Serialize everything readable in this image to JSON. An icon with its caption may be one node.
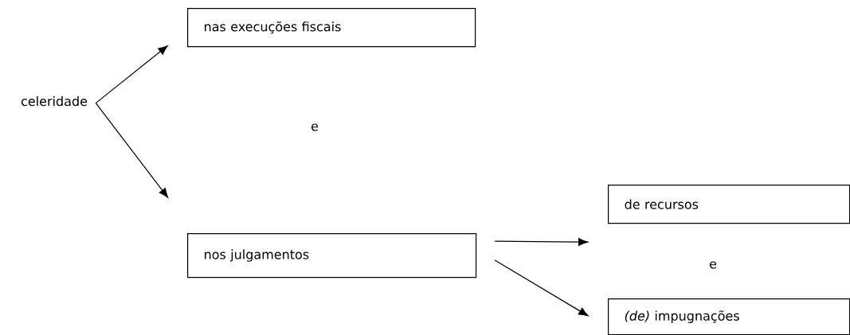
{
  "diagram": {
    "nodes": [
      {
        "text": [
          "celeridade"
        ]
      },
      {
        "text": [
          "nas execuções fiscais"
        ]
      },
      {
        "text": [
          "nos julgamentos"
        ]
      },
      {
        "text": [
          "de recursos"
        ]
      },
      {
        "text": [
          "*(de)* impugnações"
        ]
      }
    ],
    "edges": [
      {
        "from": 0,
        "to": 1,
        "arrow": "to"
      },
      {
        "from": 0,
        "to": 2,
        "arrow": "to"
      },
      {
        "from": 2,
        "to": 3,
        "arrow": "to"
      },
      {
        "from": 2,
        "to": 4,
        "arrow": "to"
      }
    ],
    "labels": [
      "e",
      "e"
    ]
  }
}
